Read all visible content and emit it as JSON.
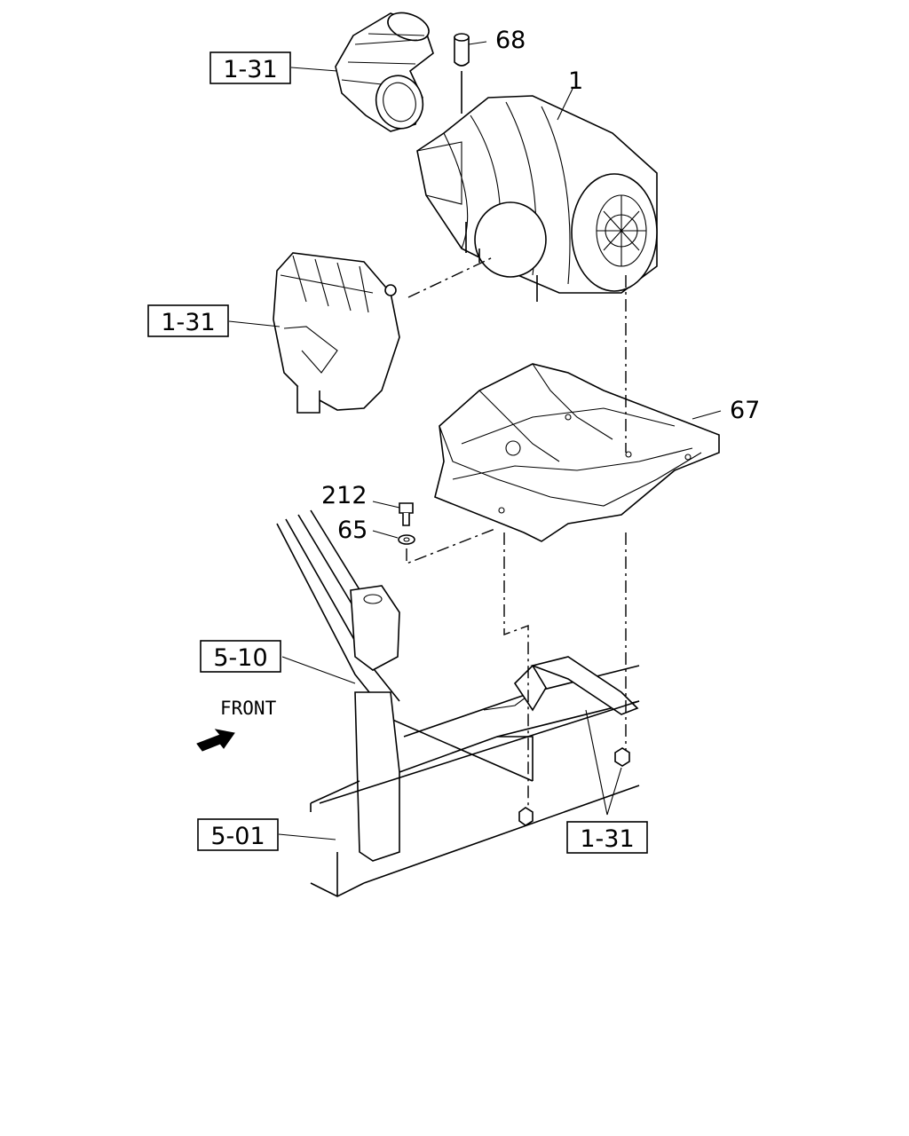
{
  "diagram": {
    "front_label": "FRONT",
    "callouts": {
      "c1": "1",
      "c65": "65",
      "c67": "67",
      "c68": "68",
      "c212": "212"
    },
    "refs": {
      "r1": "1-31",
      "r2": "1-31",
      "r3": "1-31",
      "r4": "5-10",
      "r5": "5-01"
    }
  }
}
